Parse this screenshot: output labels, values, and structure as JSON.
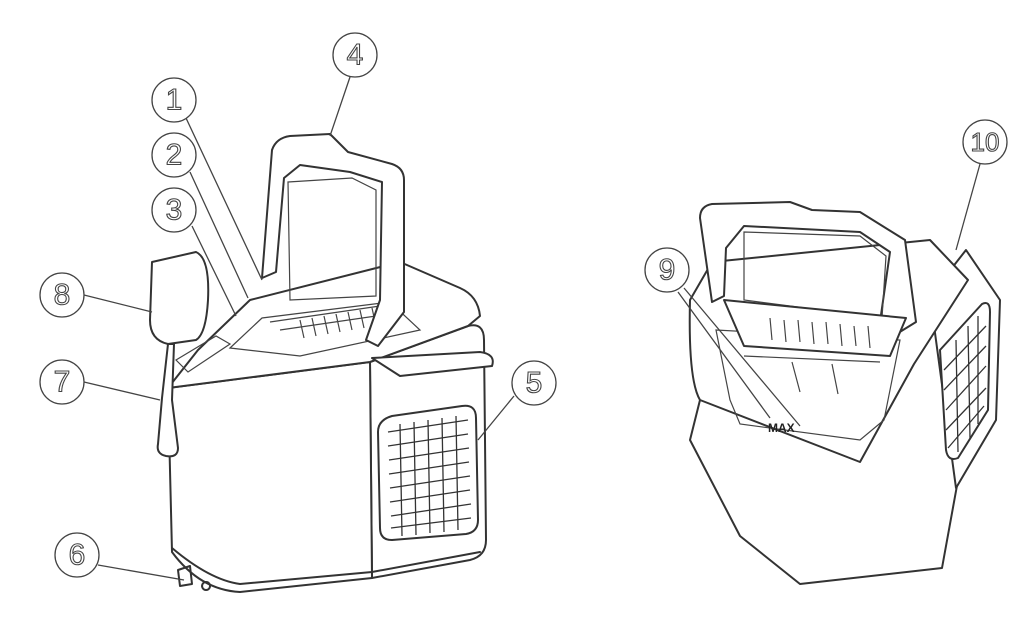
{
  "callouts": [
    "1",
    "2",
    "3",
    "4",
    "5",
    "6",
    "7",
    "8",
    "9",
    "10"
  ],
  "max_label": "MAX"
}
